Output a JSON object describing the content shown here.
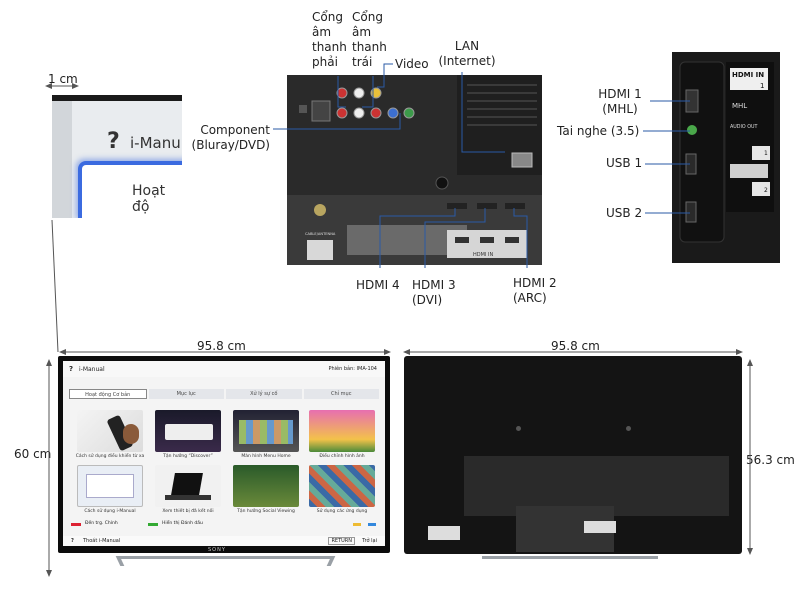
{
  "labels": {
    "cong_phai": [
      "Cổng",
      "âm",
      "thanh",
      "phải"
    ],
    "cong_trai": [
      "Cổng",
      "âm",
      "thanh",
      "trái"
    ],
    "video": "Video",
    "lan": [
      "LAN",
      "(Internet)"
    ],
    "component": [
      "Component",
      "(Bluray/DVD)"
    ],
    "hdmi4": "HDMI 4",
    "hdmi3": [
      "HDMI 3",
      "(DVI)"
    ],
    "hdmi2": [
      "HDMI 2",
      "(ARC)"
    ],
    "hdmi1": [
      "HDMI 1",
      "(MHL)"
    ],
    "headphone": "Tai nghe (3.5)",
    "usb1": "USB 1",
    "usb2": "USB 2"
  },
  "dimensions": {
    "zoom_depth": "1 cm",
    "front_width": "95.8 cm",
    "front_height": "60 cm",
    "rear_width": "95.8 cm",
    "rear_height": "56.3 cm"
  },
  "zoom_inset": {
    "question": "?",
    "title": "i-Manu",
    "item": "Hoạt độ"
  },
  "tv_screen": {
    "app": "i-Manual",
    "version": "Phiên bản: IMA-104",
    "tabs": [
      "Hoạt động Cơ bản",
      "Mục lục",
      "Xử lý sự cố",
      "Chỉ mục"
    ],
    "tiles": [
      "Cách sử dụng điều khiển từ xa",
      "Tận hưởng “Discover”",
      "Màn hình Menu Home",
      "Điều chỉnh hình ảnh",
      "Cách sử dụng i-Manual",
      "Xem thiết bị đã kết nối",
      "Tận hưởng Social Viewing",
      "Sử dụng các ứng dụng"
    ],
    "footer_red": "Đến trg. Chính",
    "footer_green": "Hiển thị Đánh dấu",
    "footer_left": "Thoát i-Manual",
    "return": "RETURN",
    "back": "Trở lại",
    "brand": "SONY"
  },
  "side_panel": {
    "hdmi_in": "HDMI IN",
    "port_1": "1",
    "mhl": "MHL",
    "audio_out": "AUDIO OUT",
    "usb_1": "1",
    "usb_2": "2"
  },
  "rear_panel": {
    "hdmi_logo": "HDMI IN",
    "cable_antenna": "CABLE/ANTENNA"
  }
}
